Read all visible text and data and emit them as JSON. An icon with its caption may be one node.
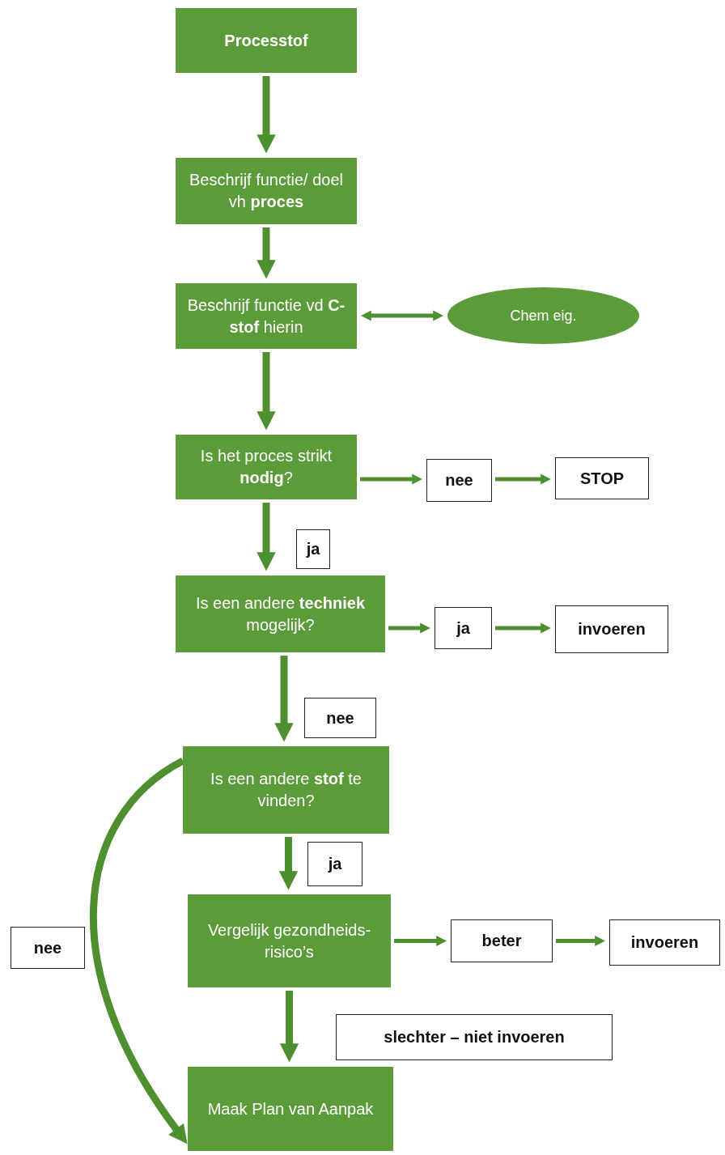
{
  "diagram": {
    "nodes": [
      {
        "text": [
          "Processtof"
        ]
      },
      {
        "text": [
          "Beschrijf functie/ doel vh **proces**"
        ]
      },
      {
        "text": [
          "Beschrijf functie vd **C-stof** hierin"
        ]
      },
      {
        "text": [
          "Chem eig."
        ]
      },
      {
        "text": [
          "Is het proces strikt **nodig**?"
        ]
      },
      {
        "text": [
          "nee"
        ]
      },
      {
        "text": [
          "STOP"
        ]
      },
      {
        "text": [
          "ja"
        ]
      },
      {
        "text": [
          "Is een andere **techniek** mogelijk?"
        ]
      },
      {
        "text": [
          "ja"
        ]
      },
      {
        "text": [
          "invoeren"
        ]
      },
      {
        "text": [
          "nee"
        ]
      },
      {
        "text": [
          "Is een andere **stof** te vinden?"
        ]
      },
      {
        "text": [
          "ja"
        ]
      },
      {
        "text": [
          "nee"
        ]
      },
      {
        "text": [
          "Vergelijk gezondheids- risico’s"
        ]
      },
      {
        "text": [
          "beter"
        ]
      },
      {
        "text": [
          "invoeren"
        ]
      },
      {
        "text": [
          "slechter – **niet** invoeren"
        ]
      },
      {
        "text": [
          "Maak Plan van Aanpak"
        ]
      }
    ],
    "edges": [
      {
        "from": 0,
        "to": 1,
        "arrow": "to"
      },
      {
        "from": 1,
        "to": 2,
        "arrow": "to"
      },
      {
        "from": 2,
        "to": 3,
        "arrow": "both"
      },
      {
        "from": 2,
        "to": 4,
        "arrow": "to"
      },
      {
        "from": 4,
        "to": 5,
        "arrow": "to"
      },
      {
        "from": 5,
        "to": 6,
        "arrow": "to"
      },
      {
        "from": 4,
        "to": 8,
        "arrow": "to"
      },
      {
        "from": 8,
        "to": 9,
        "arrow": "to"
      },
      {
        "from": 9,
        "to": 10,
        "arrow": "to"
      },
      {
        "from": 8,
        "to": 12,
        "arrow": "to"
      },
      {
        "from": 12,
        "to": 15,
        "arrow": "to"
      },
      {
        "from": 15,
        "to": 16,
        "arrow": "to"
      },
      {
        "from": 16,
        "to": 17,
        "arrow": "to"
      },
      {
        "from": 15,
        "to": 19,
        "arrow": "to"
      },
      {
        "from": 12,
        "to": 19,
        "arrow": "to"
      }
    ]
  }
}
